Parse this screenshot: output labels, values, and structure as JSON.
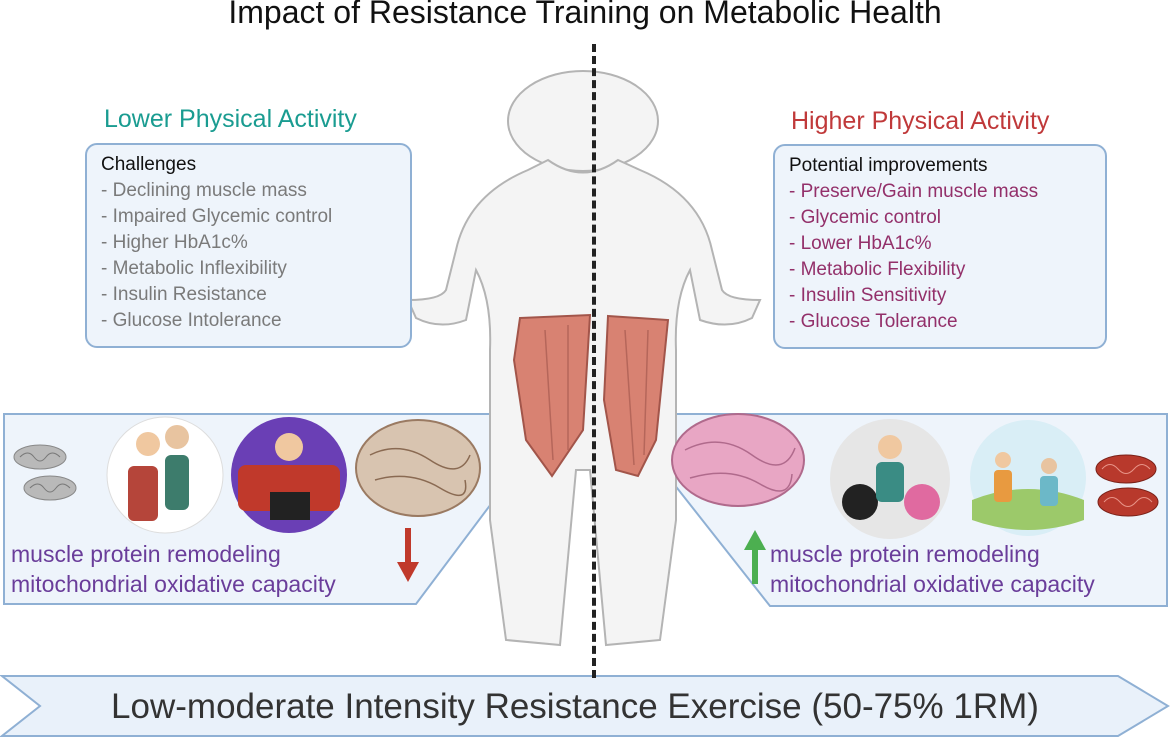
{
  "title": "Impact of Resistance Training on Metabolic Health",
  "left": {
    "title": "Lower Physical Activity",
    "box_heading": "Challenges",
    "items": [
      "- Declining muscle mass",
      "- Impaired Glycemic control",
      "- Higher HbA1c%",
      "- Metabolic Inflexibility",
      "- Insulin Resistance",
      "- Glucose Intolerance"
    ],
    "remodeling_lines": [
      "muscle protein remodeling",
      "mitochondrial oxidative capacity"
    ]
  },
  "right": {
    "title": "Higher Physical Activity",
    "box_heading": "Potential improvements",
    "items": [
      "- Preserve/Gain muscle mass",
      "- Glycemic control",
      "- Lower HbA1c%",
      "- Metabolic Flexibility",
      "- Insulin Sensitivity",
      "- Glucose Tolerance"
    ],
    "remodeling_lines": [
      "muscle protein remodeling",
      "mitochondrial oxidative capacity"
    ]
  },
  "bottom_banner": "Low-moderate Intensity Resistance Exercise (50-75% 1RM)",
  "colors": {
    "left_title": "#1a9c91",
    "right_title": "#c0393a",
    "box_fill": "#eef4fb",
    "box_border": "#8fb0d4",
    "challenge_text": "#7a7a7a",
    "improvement_text": "#93306a",
    "remodeling_text": "#6a3d9a",
    "down_arrow": "#c0392b",
    "up_arrow": "#4caf50"
  },
  "icons": [
    "body-silhouette-icon",
    "mitochondria-icon",
    "elderly-couple-icon",
    "couch-gaming-icon",
    "muscle-cross-section-icon",
    "gym-person-icon",
    "outdoor-exercise-icon",
    "down-arrow-icon",
    "up-arrow-icon"
  ]
}
